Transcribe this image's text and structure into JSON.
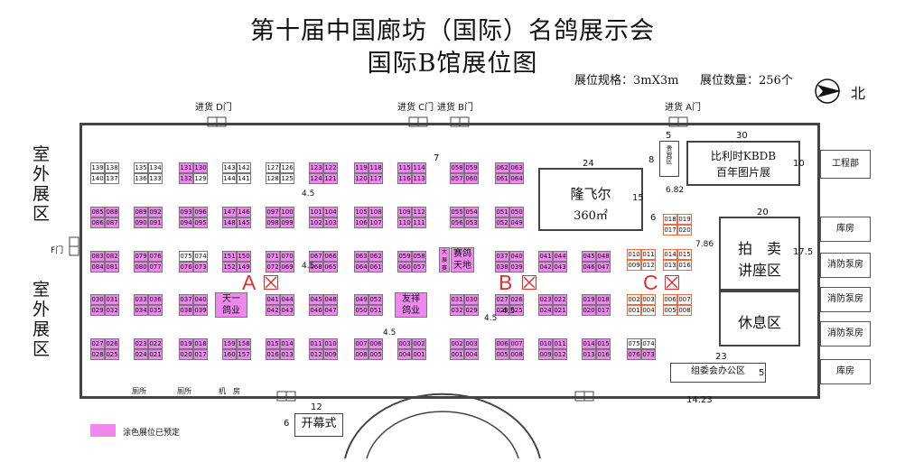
{
  "header": {
    "title": "第十届中国廊坊（国际）名鸽展示会",
    "subtitle": "国际B馆展位图",
    "spec": "展位规格：3mX3m",
    "count": "展位数量：256个",
    "north": "北"
  },
  "doors": {
    "d": "进货 D门",
    "c": "进货 C门",
    "b": "进货 B门",
    "a": "进货 A门",
    "f": "F门"
  },
  "outdoor": {
    "top": [
      "室",
      "外",
      "展",
      "区"
    ],
    "bottom": [
      "室",
      "外",
      "展",
      "区"
    ]
  },
  "rooms": {
    "longfeier": "隆飞尔",
    "longfeier_area": "360㎡",
    "bilishi": "比利时KBDB",
    "bilishi2": "百年图片展",
    "guibin": "贵宾区",
    "paimai1": "拍　卖",
    "paimai2": "讲座区",
    "xiuxi": "休息区",
    "zuwei": "组委会办公区",
    "kaimushi": "开幕式",
    "cesuo1": "厕所",
    "cesuo2": "厕所",
    "jifang": "机　房",
    "xingyun": "赛鸽天地",
    "zhanxun": "大展赛"
  },
  "merged": {
    "tianyi1": "天一",
    "tianyi2": "鸽业",
    "youxiang1": "友祥",
    "youxiang2": "鸽业"
  },
  "side_rooms": [
    "工程部",
    "库房",
    "消防泵房",
    "消防泵房",
    "消防泵房",
    "库房"
  ],
  "zone_marks": {
    "a": "A",
    "b": "B",
    "c": "C"
  },
  "dimensions": {
    "d7": "7",
    "d24": "24",
    "d5": "5",
    "d30": "30",
    "d8": "8",
    "d10": "10",
    "d15": "15",
    "d682": "6.82",
    "d6": "6",
    "d20": "20",
    "d786": "7.86",
    "d175": "17.5",
    "d23": "23",
    "d5b": "5",
    "d1423": "14.23",
    "d12": "12",
    "d6b": "6",
    "d45a": "4.5",
    "d45b": "4.5",
    "d45c": "4.5",
    "d45d": "4.5",
    "d45e": "4.5"
  },
  "legend": "涂色展位已预定",
  "booth_rows": [
    {
      "top": [
        [
          "139",
          "138",
          "140",
          "137"
        ],
        [
          "135",
          "134",
          "136",
          "133"
        ],
        [
          "131",
          "130",
          "132",
          "129"
        ],
        [
          "143",
          "142",
          "144",
          "141"
        ],
        [
          "127",
          "126",
          "128",
          "125"
        ],
        [
          "123",
          "122",
          "124",
          "121"
        ],
        [
          "119",
          "118",
          "120",
          "117"
        ],
        [
          "115",
          "114",
          "116",
          "113"
        ],
        [
          "058",
          "059",
          "057",
          "060"
        ],
        [
          "062",
          "063",
          "061",
          "064"
        ]
      ]
    },
    {
      "top": [
        [
          "085",
          "088",
          "086",
          "087"
        ],
        [
          "089",
          "092",
          "090",
          "091"
        ],
        [
          "093",
          "096",
          "094",
          "095"
        ],
        [
          "147",
          "146",
          "148",
          "145"
        ],
        [
          "097",
          "100",
          "098",
          "099"
        ],
        [
          "101",
          "104",
          "102",
          "103"
        ],
        [
          "105",
          "108",
          "106",
          "107"
        ],
        [
          "109",
          "112",
          "110",
          "111"
        ],
        [
          "055",
          "054",
          "056",
          "053"
        ],
        [
          "051",
          "050",
          "052",
          "049"
        ]
      ]
    },
    {
      "top": [
        [
          "083",
          "082",
          "084",
          "081"
        ],
        [
          "079",
          "076",
          "080",
          "077"
        ],
        [
          "075",
          "074",
          "076",
          "073"
        ],
        [
          "151",
          "150",
          "152",
          "149"
        ],
        [
          "071",
          "070",
          "072",
          "069"
        ],
        [
          "067",
          "066",
          "068",
          "065"
        ],
        [
          "063",
          "062",
          "064",
          "061"
        ],
        [
          "059",
          "058",
          "060",
          "057"
        ],
        [],
        [
          "037",
          "040",
          "038",
          "039"
        ],
        [
          "041",
          "044",
          "042",
          "043"
        ],
        [
          "045",
          "048",
          "046",
          "047"
        ]
      ]
    },
    {
      "top": [
        [
          "030",
          "031",
          "029",
          "032"
        ],
        [
          "033",
          "036",
          "034",
          "035"
        ],
        [
          "037",
          "040",
          "038",
          "039"
        ],
        [],
        [
          "041",
          "044",
          "042",
          "043"
        ],
        [
          "045",
          "048",
          "046",
          "047"
        ],
        [
          "049",
          "052",
          "050",
          "051"
        ],
        [],
        [
          "031",
          "030",
          "032",
          "029"
        ],
        [
          "027",
          "026",
          "028",
          "025"
        ],
        [
          "023",
          "022",
          "024",
          "021"
        ],
        [
          "019",
          "018",
          "020",
          "017"
        ]
      ]
    },
    {
      "top": [
        [
          "027",
          "026",
          "028",
          "025"
        ],
        [
          "023",
          "022",
          "024",
          "021"
        ],
        [
          "019",
          "018",
          "020",
          "017"
        ],
        [
          "159",
          "158",
          "160",
          "157"
        ],
        [
          "015",
          "014",
          "016",
          "013"
        ],
        [
          "011",
          "010",
          "012",
          "009"
        ],
        [
          "007",
          "006",
          "008",
          "005"
        ],
        [
          "003",
          "002",
          "004",
          "001"
        ],
        [
          "002",
          "003",
          "001",
          "004"
        ],
        [
          "006",
          "007",
          "005",
          "008"
        ],
        [
          "010",
          "011",
          "009",
          "012"
        ],
        [
          "014",
          "015",
          "013",
          "016"
        ],
        [
          "075",
          "074",
          "076",
          "073"
        ]
      ]
    }
  ],
  "orange": [
    [
      "018",
      "019",
      "017",
      "020"
    ],
    [
      "010",
      "011",
      "009",
      "012"
    ],
    [
      "014",
      "015",
      "013",
      "016"
    ],
    [
      "002",
      "003",
      "001",
      "004"
    ],
    [
      "006",
      "007",
      "005",
      "008"
    ]
  ]
}
